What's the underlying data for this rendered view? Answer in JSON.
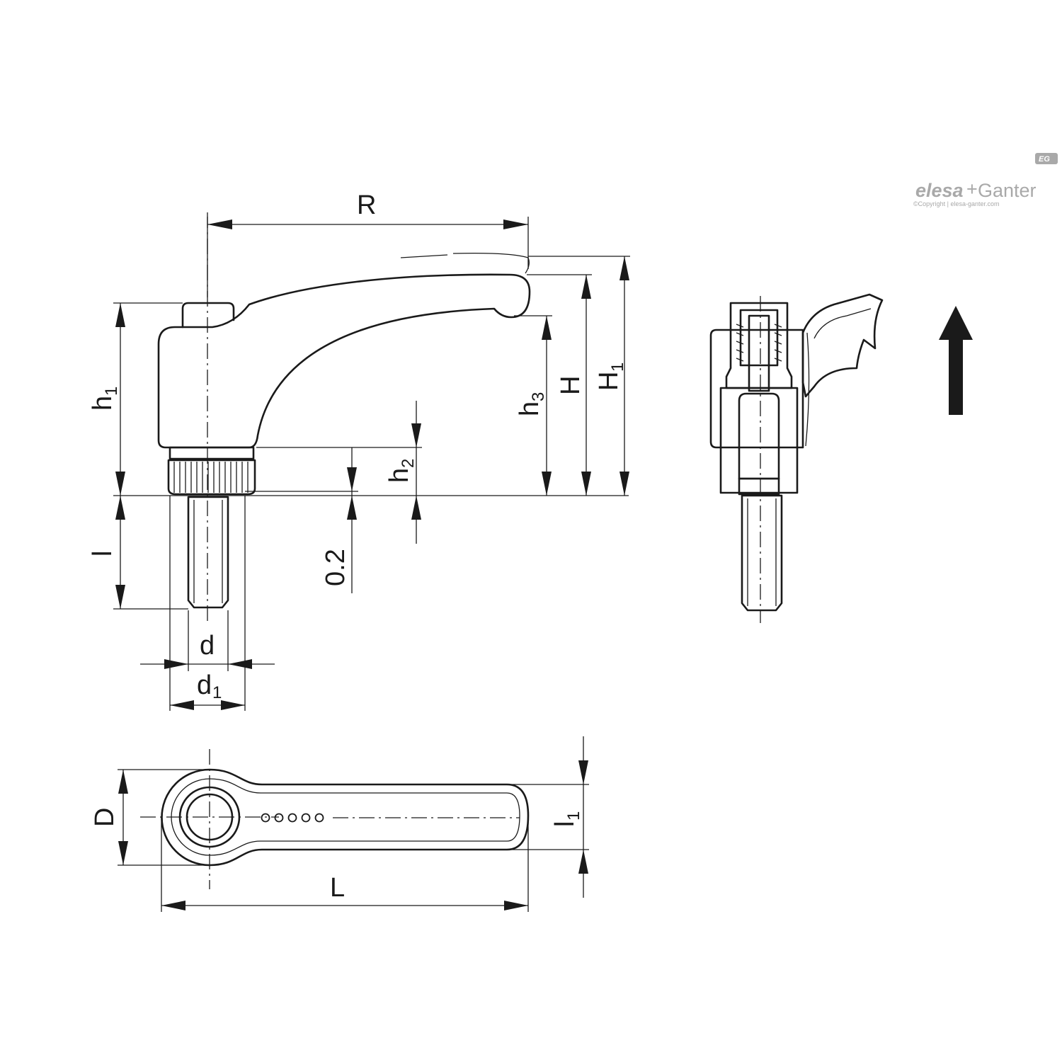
{
  "logo": {
    "brand_part1": "elesa",
    "brand_plus": "+",
    "brand_part2": "Ganter",
    "copyright": "©Copyright | elesa-ganter.com",
    "badge": "EG"
  },
  "dimensions": {
    "R": "R",
    "h1_main": "h",
    "h1_sub": "1",
    "h2_main": "h",
    "h2_sub": "2",
    "h3_main": "h",
    "h3_sub": "3",
    "H": "H",
    "H1_main": "H",
    "H1_sub": "1",
    "l": "l",
    "clearance": "0.2",
    "d": "d",
    "d1_main": "d",
    "d1_sub": "1",
    "D": "D",
    "L": "L",
    "l1_main": "l",
    "l1_sub": "1"
  },
  "colors": {
    "line": "#1a1a1a",
    "logo": "#a9a9a9"
  }
}
